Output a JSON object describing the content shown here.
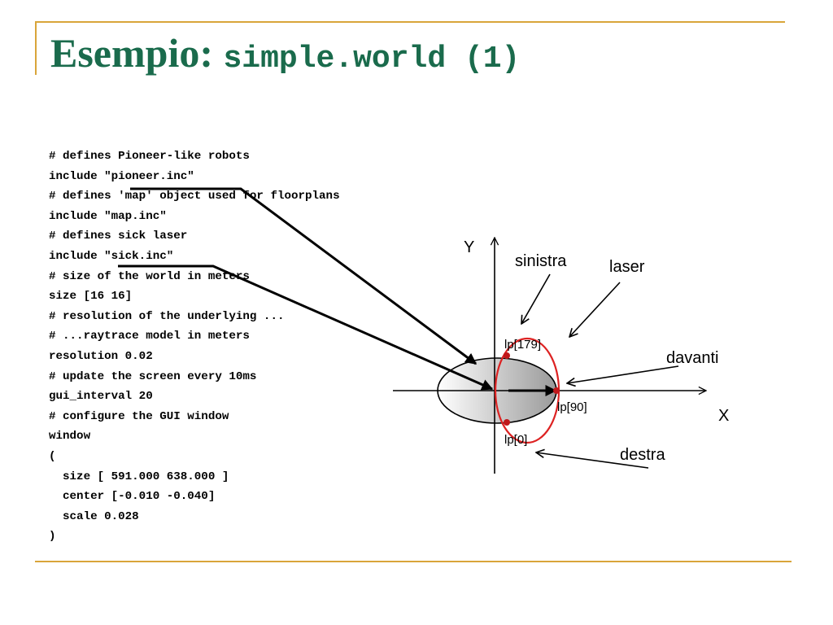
{
  "slide": {
    "title_prefix": "Esempio: ",
    "title_code": "simple.world (1)"
  },
  "code_lines": [
    "# defines Pioneer-like robots",
    "include \"pioneer.inc\"",
    "# defines 'map' object used for floorplans",
    "include \"map.inc\"",
    "# defines sick laser",
    "include \"sick.inc\"",
    "# size of the world in meters",
    "size [16 16]",
    "# resolution of the underlying ...",
    "# ...raytrace model in meters",
    "resolution 0.02",
    "# update the screen every 10ms",
    "gui_interval 20",
    "# configure the GUI window",
    "window",
    "(",
    "  size [ 591.000 638.000 ]",
    "  center [-0.010 -0.040]",
    "  scale 0.028",
    ")"
  ],
  "diagram": {
    "axis_x": "X",
    "axis_y": "Y",
    "label_sinistra": "sinistra",
    "label_laser": "laser",
    "label_davanti": "davanti",
    "label_destra": "destra",
    "label_lp179": "lp[179]",
    "label_lp90": "lp[90]",
    "label_lp0": "lp[0]"
  },
  "colors": {
    "title": "#1a6b4c",
    "rule": "#d9a53a",
    "laser_ring": "#dd2222",
    "robot_fill_light": "#ffffff",
    "robot_fill_dark": "#9a9a9a"
  }
}
